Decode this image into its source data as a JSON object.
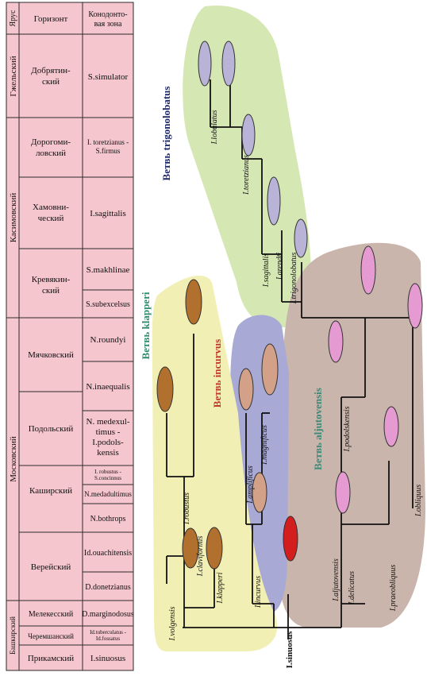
{
  "table": {
    "header": {
      "stage": "Ярус",
      "horizon": "Горизонт",
      "zone": "Конодонто-вая зона"
    },
    "stages": [
      {
        "name": "Гжельский"
      },
      {
        "name": "Касимовский"
      },
      {
        "name": "Московский"
      },
      {
        "name": "Башкирский"
      }
    ],
    "horizons": [
      {
        "name": "Добрятин-ский"
      },
      {
        "name": "Дорогоми-ловский"
      },
      {
        "name": "Хамовни-ческий"
      },
      {
        "name": "Кревякин-ский"
      },
      {
        "name": "Мячковский"
      },
      {
        "name": "Подольский"
      },
      {
        "name": "Каширский"
      },
      {
        "name": "Верейский"
      },
      {
        "name": "Мелекесский"
      },
      {
        "name": "Черемшанский"
      },
      {
        "name": "Прикамский"
      }
    ],
    "zones": [
      {
        "name": "S.simulator"
      },
      {
        "name": "I. toretzianus - S.firmus"
      },
      {
        "name": "I.sagittalis"
      },
      {
        "name": "S.makhlinae"
      },
      {
        "name": "S.subexcelsus"
      },
      {
        "name": "N.roundyi"
      },
      {
        "name": "N.inaequalis"
      },
      {
        "name": "N. medexul-timus - I.podols-kensis"
      },
      {
        "name": "I. robustus - S.concinnus"
      },
      {
        "name": "N.medadultimus"
      },
      {
        "name": "N.bothrops"
      },
      {
        "name": "Id.ouachitensis"
      },
      {
        "name": "D.donetzianus"
      },
      {
        "name": "D.marginodosus"
      },
      {
        "name": "Id.tuberculatus - Id.fossatus"
      },
      {
        "name": "I.sinuosus"
      }
    ]
  },
  "branches": {
    "trigonolobatus": {
      "label": "Ветвь trigonolobatus",
      "color": "#d5e7b2"
    },
    "klapperi": {
      "label": "Ветвь klapperi",
      "color": "#f1efb4"
    },
    "incurvus": {
      "label": "Ветвь incurvus",
      "color": "#a8a9d5"
    },
    "aljutovensis": {
      "label": "Ветвь aljutovensis",
      "color": "#c9b5ac"
    }
  },
  "taxa": {
    "lobulatus": "I.lobulatus",
    "toretzianus": "I.toretzianus",
    "sagittalis": "I.sagittalis",
    "arendti": "I.arendti",
    "trigonolobatus": "I.trigonolobatus",
    "robustus": "I.robustus",
    "claviformis": "I.claviformis",
    "klapperi": "I.klapperi",
    "volgensis": "I.volgensis",
    "amplificus": "I.amplificus",
    "magnificus": "I.magnificus",
    "incurvus": "I.incurvus",
    "podolskensis": "I.podolskensis",
    "aljutovensis": "I.aljutovensis",
    "delicatus": "I.delicatus",
    "praeobliquus": "I.praeobliquus",
    "obliquus": "I.obliquus",
    "sinuosus": "I.sinuosus"
  },
  "colors": {
    "table_fill": "#f5c6ce",
    "trigonolobatus_title": "#1f2a6b",
    "klapperi_title": "#2e8b6e",
    "incurvus_title": "#c0392b",
    "aljutovensis_title": "#3c8a78",
    "fossil_purple": "#b9b3d8",
    "fossil_brown": "#b2702e",
    "fossil_tan": "#d3a188",
    "fossil_pink": "#e59ad1",
    "fossil_red": "#d41e1e"
  }
}
